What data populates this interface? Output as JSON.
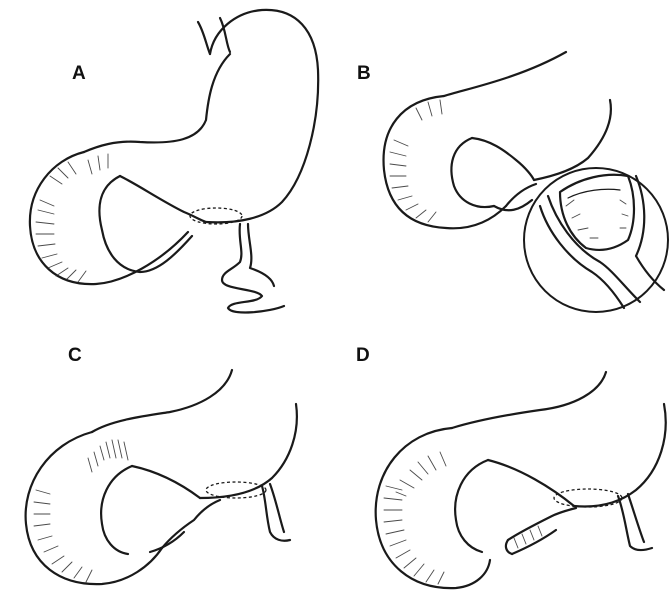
{
  "panels": [
    {
      "id": "A",
      "label": "A"
    },
    {
      "id": "B",
      "label": "B"
    },
    {
      "id": "C",
      "label": "C"
    },
    {
      "id": "D",
      "label": "D"
    }
  ],
  "colors": {
    "ink": "#1a1a1a",
    "background": "#ffffff"
  }
}
